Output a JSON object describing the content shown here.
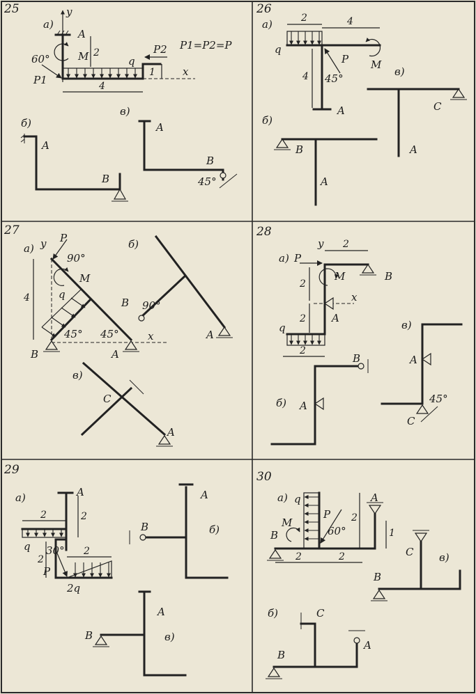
{
  "problems": [
    {
      "number": "25",
      "formula": "P1=P2=P",
      "labels": {
        "a": "а)",
        "b": "б)",
        "v": "в)",
        "y": "y",
        "x": "x",
        "A": "A",
        "B": "B",
        "M": "M",
        "q": "q",
        "P1": "P1",
        "P2": "P2",
        "angle60": "60°",
        "angle45": "45°",
        "d2": "2",
        "d4": "4",
        "d1": "1"
      }
    },
    {
      "number": "26",
      "labels": {
        "a": "а)",
        "b": "б)",
        "v": "в)",
        "A": "A",
        "B": "B",
        "C": "C",
        "M": "M",
        "q": "q",
        "P": "P",
        "angle45": "45°",
        "d2": "2",
        "d4h": "4",
        "d4v": "4"
      }
    },
    {
      "number": "27",
      "labels": {
        "a": "а)",
        "b": "б)",
        "v": "в)",
        "y": "y",
        "x": "x",
        "A": "A",
        "B": "B",
        "C": "C",
        "M": "M",
        "q": "q",
        "P": "P",
        "angle90a": "90°",
        "angle90b": "90°",
        "angle45a": "45°",
        "angle45b": "45°",
        "d4": "4"
      }
    },
    {
      "number": "28",
      "labels": {
        "a": "а)",
        "b": "б)",
        "v": "в)",
        "y": "y",
        "x": "x",
        "A": "A",
        "B": "B",
        "C": "C",
        "M": "M",
        "q": "q",
        "P": "P",
        "angle45": "45°",
        "d2a": "2",
        "d2b": "2",
        "d2c": "2",
        "d2d": "2"
      }
    },
    {
      "number": "29",
      "labels": {
        "a": "а)",
        "b": "б)",
        "v": "в)",
        "A": "A",
        "B": "B",
        "q": "q",
        "q2": "2q",
        "P": "P",
        "angle30": "30°",
        "d2a": "2",
        "d2b": "2",
        "d2c": "2",
        "d2d": "2"
      }
    },
    {
      "number": "30",
      "labels": {
        "a": "а)",
        "b": "б)",
        "v": "в)",
        "A": "A",
        "B": "B",
        "C": "C",
        "M": "M",
        "q": "q",
        "P": "P",
        "angle60": "60°",
        "d2a": "2",
        "d2b": "2",
        "d2c": "2",
        "d1": "1"
      }
    }
  ]
}
